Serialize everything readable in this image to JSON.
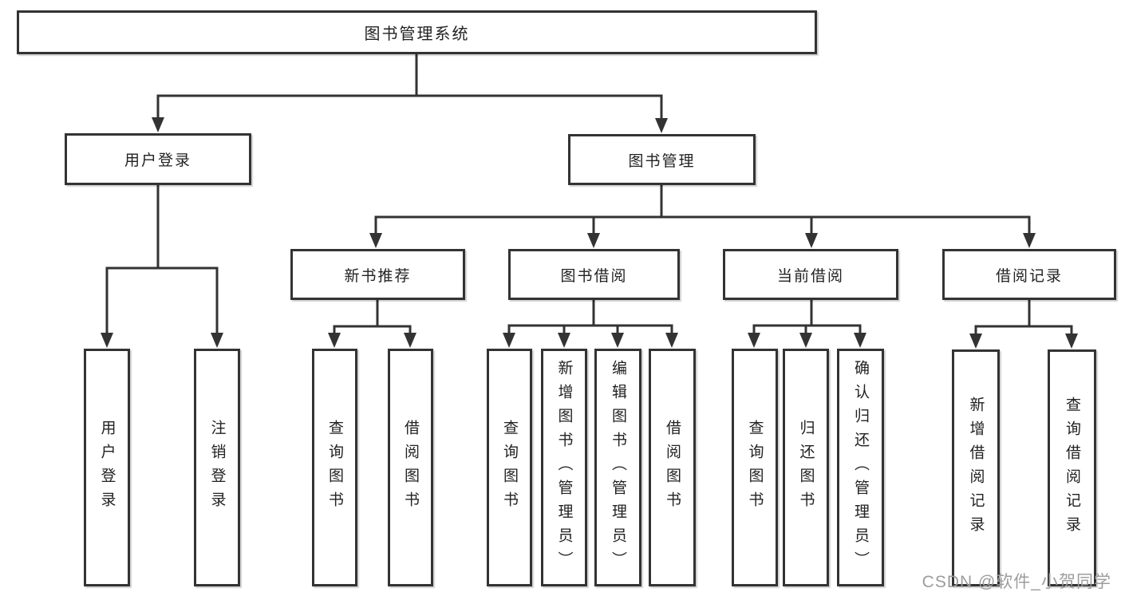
{
  "colors": {
    "line": "#333333",
    "box_border": "#333333",
    "text": "#222222",
    "watermark": "#9c9c9c",
    "background": "#ffffff"
  },
  "tree": {
    "root": {
      "label": "图书管理系统"
    },
    "level2": [
      {
        "label": "用户登录",
        "children": [
          {
            "label": "用户登录"
          },
          {
            "label": "注销登录"
          }
        ]
      },
      {
        "label": "图书管理"
      }
    ],
    "level3": [
      {
        "label": "新书推荐",
        "children": [
          {
            "label": "查询图书"
          },
          {
            "label": "借阅图书"
          }
        ]
      },
      {
        "label": "图书借阅",
        "children": [
          {
            "label": "查询图书"
          },
          {
            "label": "新增图书（管理员）"
          },
          {
            "label": "编辑图书（管理员）"
          },
          {
            "label": "借阅图书"
          }
        ]
      },
      {
        "label": "当前借阅",
        "children": [
          {
            "label": "查询图书"
          },
          {
            "label": "归还图书"
          },
          {
            "label": "确认归还（管理员）"
          }
        ]
      },
      {
        "label": "借阅记录",
        "children": [
          {
            "label": "新增借阅记录"
          },
          {
            "label": "查询借阅记录"
          }
        ]
      }
    ]
  },
  "watermark": {
    "text": "CSDN @软件_小贺同学"
  }
}
